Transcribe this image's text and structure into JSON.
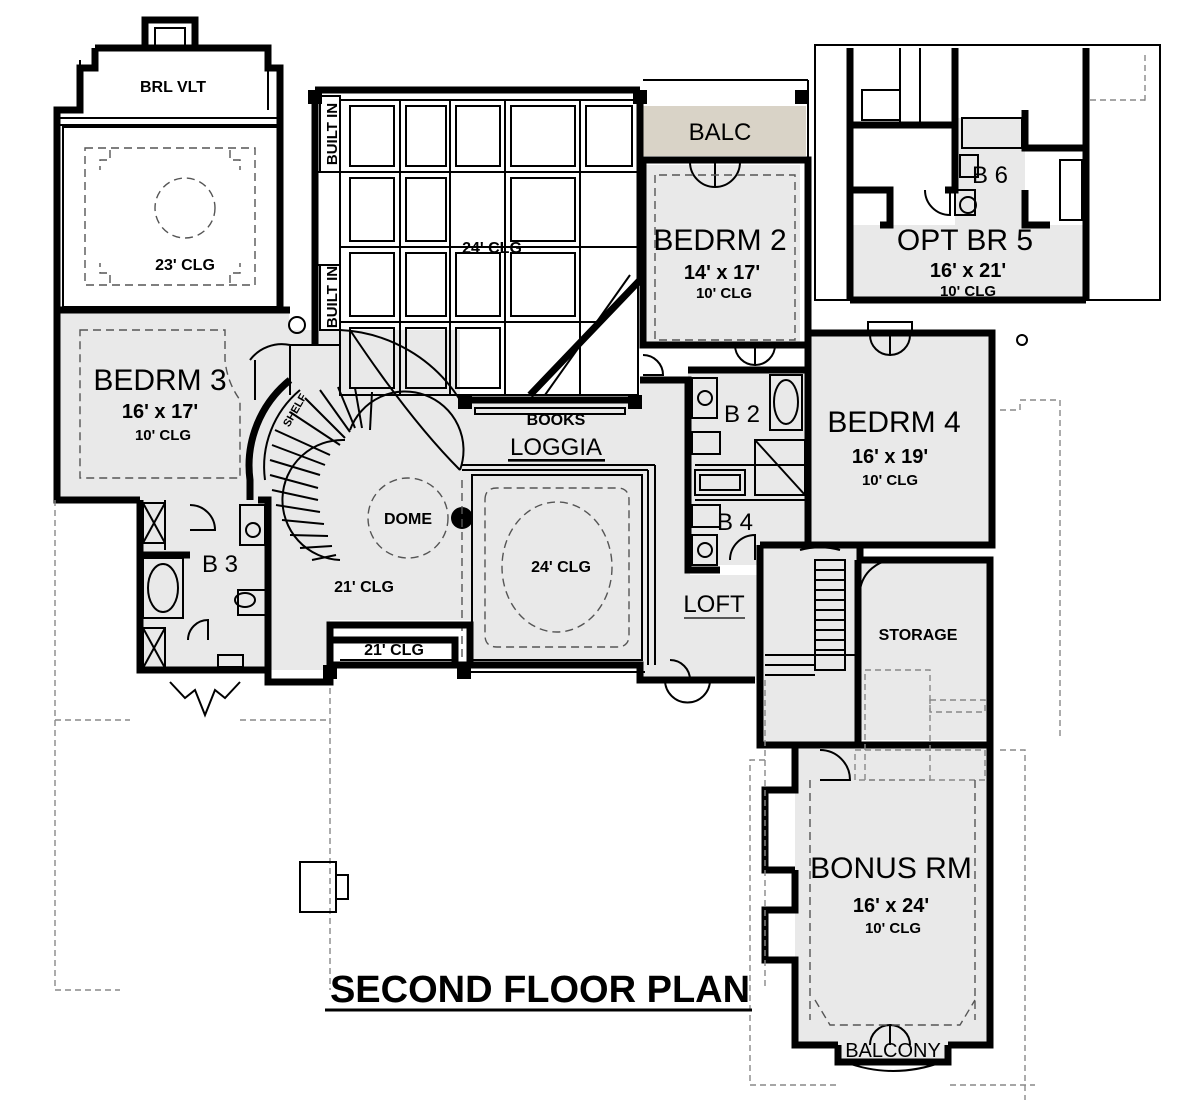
{
  "plan_title": "SECOND FLOOR PLAN",
  "rooms": {
    "brl_vlt": "BRL VLT",
    "master_clg": "23' CLG",
    "grid_clg": "24' CLG",
    "built_in_1": "BUILT IN",
    "built_in_2": "BUILT IN",
    "balc": "BALC",
    "bedrm2": {
      "name": "BEDRM 2",
      "size": "14' x 17'",
      "clg": "10' CLG"
    },
    "bedrm3": {
      "name": "BEDRM 3",
      "size": "16' x 17'",
      "clg": "10' CLG"
    },
    "bedrm4": {
      "name": "BEDRM 4",
      "size": "16' x 19'",
      "clg": "10' CLG"
    },
    "opt_br5": {
      "name": "OPT BR 5",
      "size": "16' x 21'",
      "clg": "10' CLG"
    },
    "b6": "B 6",
    "b2": "B 2",
    "b3": "B 3",
    "b4": "B 4",
    "books": "BOOKS",
    "loggia": "LOGGIA",
    "dome": "DOME",
    "stair_clg": "21' CLG",
    "entry_clg": "21' CLG",
    "loggia_clg": "24' CLG",
    "loft": "LOFT",
    "storage": "STORAGE",
    "bonus": {
      "name": "BONUS RM",
      "size": "16' x 24'",
      "clg": "10' CLG"
    },
    "balcony": "BALCONY",
    "shelf": "SHELF"
  },
  "colors": {
    "room_fill": "#e9e9e9",
    "balc_fill": "#d9d3c7",
    "wall": "#000000"
  }
}
